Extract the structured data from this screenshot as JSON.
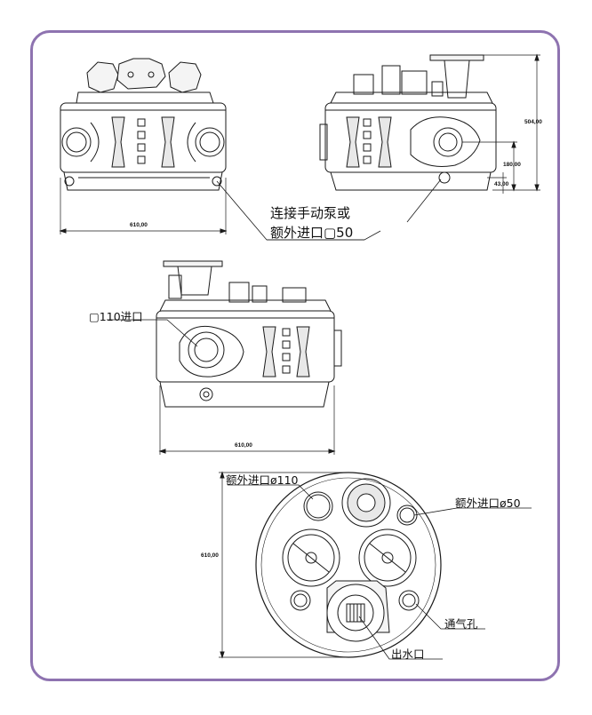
{
  "colors": {
    "frame": "#8e73b0",
    "line": "#1a1a1a",
    "fill": "#f4f4f4"
  },
  "dimensions": {
    "front_width": "610,00",
    "side_height": "504,00",
    "inlet_height": "180,00",
    "base_height": "43,00",
    "rear_width": "610,00",
    "top_diameter": "610,00"
  },
  "labels": {
    "manual_pump_line1": "连接手动泵或",
    "manual_pump_line2": "额外进口▢50",
    "inlet_110": "▢110进口",
    "extra_inlet_110": "额外进口ø110",
    "extra_inlet_50": "额外进口ø50",
    "vent_hole": "通气孔",
    "water_outlet": "出水口"
  }
}
